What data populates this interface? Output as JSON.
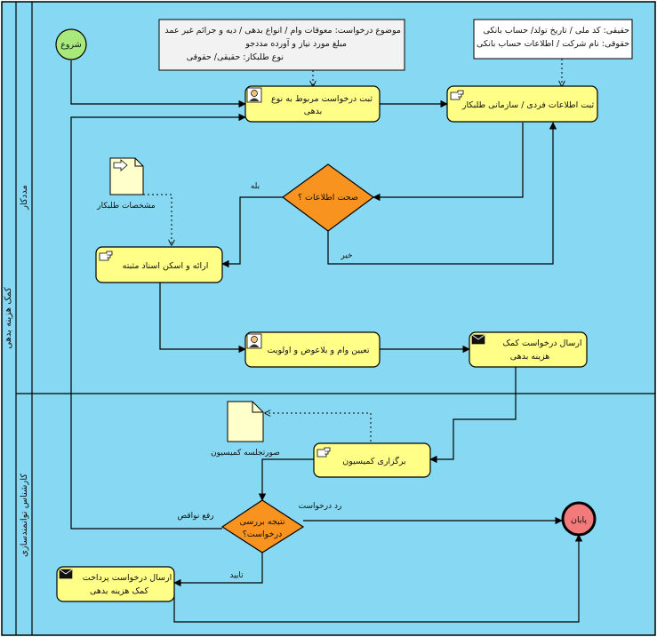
{
  "pool": {
    "label": "کمک هزینه بدهی",
    "lanes": [
      {
        "label": "مددکار"
      },
      {
        "label": "کارشناس توانمندسازی"
      }
    ]
  },
  "events": {
    "start": "شروع",
    "end": "پایان"
  },
  "tasks": {
    "register_request": [
      "ثبت درخواست مربوط به نوع",
      "بدهی"
    ],
    "register_info": [
      "ثبت اطلاعات فردی / سازمانی طلبکار"
    ],
    "present_docs": [
      "ارائه و اسکن اسناد مثبته"
    ],
    "set_amount": [
      "تعیین وام و بلاعوض و اولویت"
    ],
    "send_request": [
      "ارسال درخواست کمک",
      "هزینه بدهی"
    ],
    "hold_committee": [
      "برگزاری کمیسیون"
    ],
    "send_payment": [
      "ارسال درخواست پرداخت",
      "کمک هزینه بدهی"
    ]
  },
  "gateways": {
    "check_info": [
      "صحت اطلاعات ؟"
    ],
    "result": [
      "نتیجه بررسی",
      "درخواست؟"
    ]
  },
  "notes": {
    "request_note": [
      "موضوع درخواست: معوقات وام / انواع بدهی / دیه و جرائم غیر عمد",
      "مبلغ مورد نیاز و آورده مددجو",
      "نوع طلبکار: حقیقی/ حقوقی"
    ],
    "creditor_note": [
      "حقیقی: کد ملی / تاریخ تولد/ حساب بانکی",
      "حقوقی: نام شرکت / اطلاعات حساب بانکی"
    ]
  },
  "documents": {
    "creditor_specs": "مشخصات طلبکار",
    "minutes": "صورتجلسه کمیسیون"
  },
  "edge_labels": {
    "yes": "بله",
    "no": "خیر",
    "reject": "رد درخواست",
    "fix_defects": "رفع نواقص",
    "approve": "تایید"
  },
  "colors": {
    "lane_fill": "#87d8f2",
    "task_fill": "#ffff88",
    "gateway_fill": "#f7931e",
    "start_fill": "#a9e87a",
    "end_fill": "#f27a7a",
    "note_fill": "#f2f2f2",
    "doc_fill": "#ffffcc"
  }
}
